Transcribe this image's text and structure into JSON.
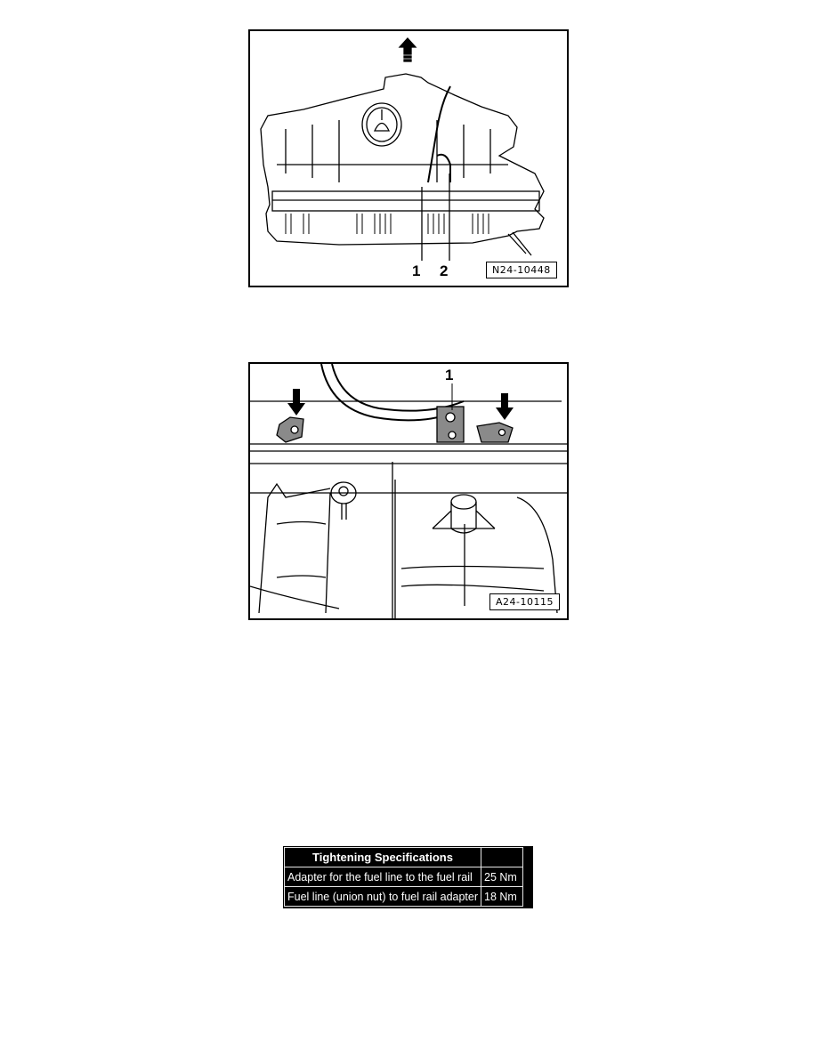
{
  "figures": [
    {
      "id_label": "N24-10448",
      "callouts": [
        "1",
        "2"
      ],
      "has_direction_arrow": true
    },
    {
      "id_label": "A24-10115",
      "callouts": [
        "1"
      ],
      "arrow_count": 2
    }
  ],
  "spec_table": {
    "header": "Tightening Specifications",
    "header_value": "",
    "rows": [
      {
        "item": "Adapter for the fuel line to the fuel rail",
        "value": "25 Nm"
      },
      {
        "item": "Fuel line (union nut) to fuel rail adapter",
        "value": "18 Nm"
      }
    ]
  }
}
